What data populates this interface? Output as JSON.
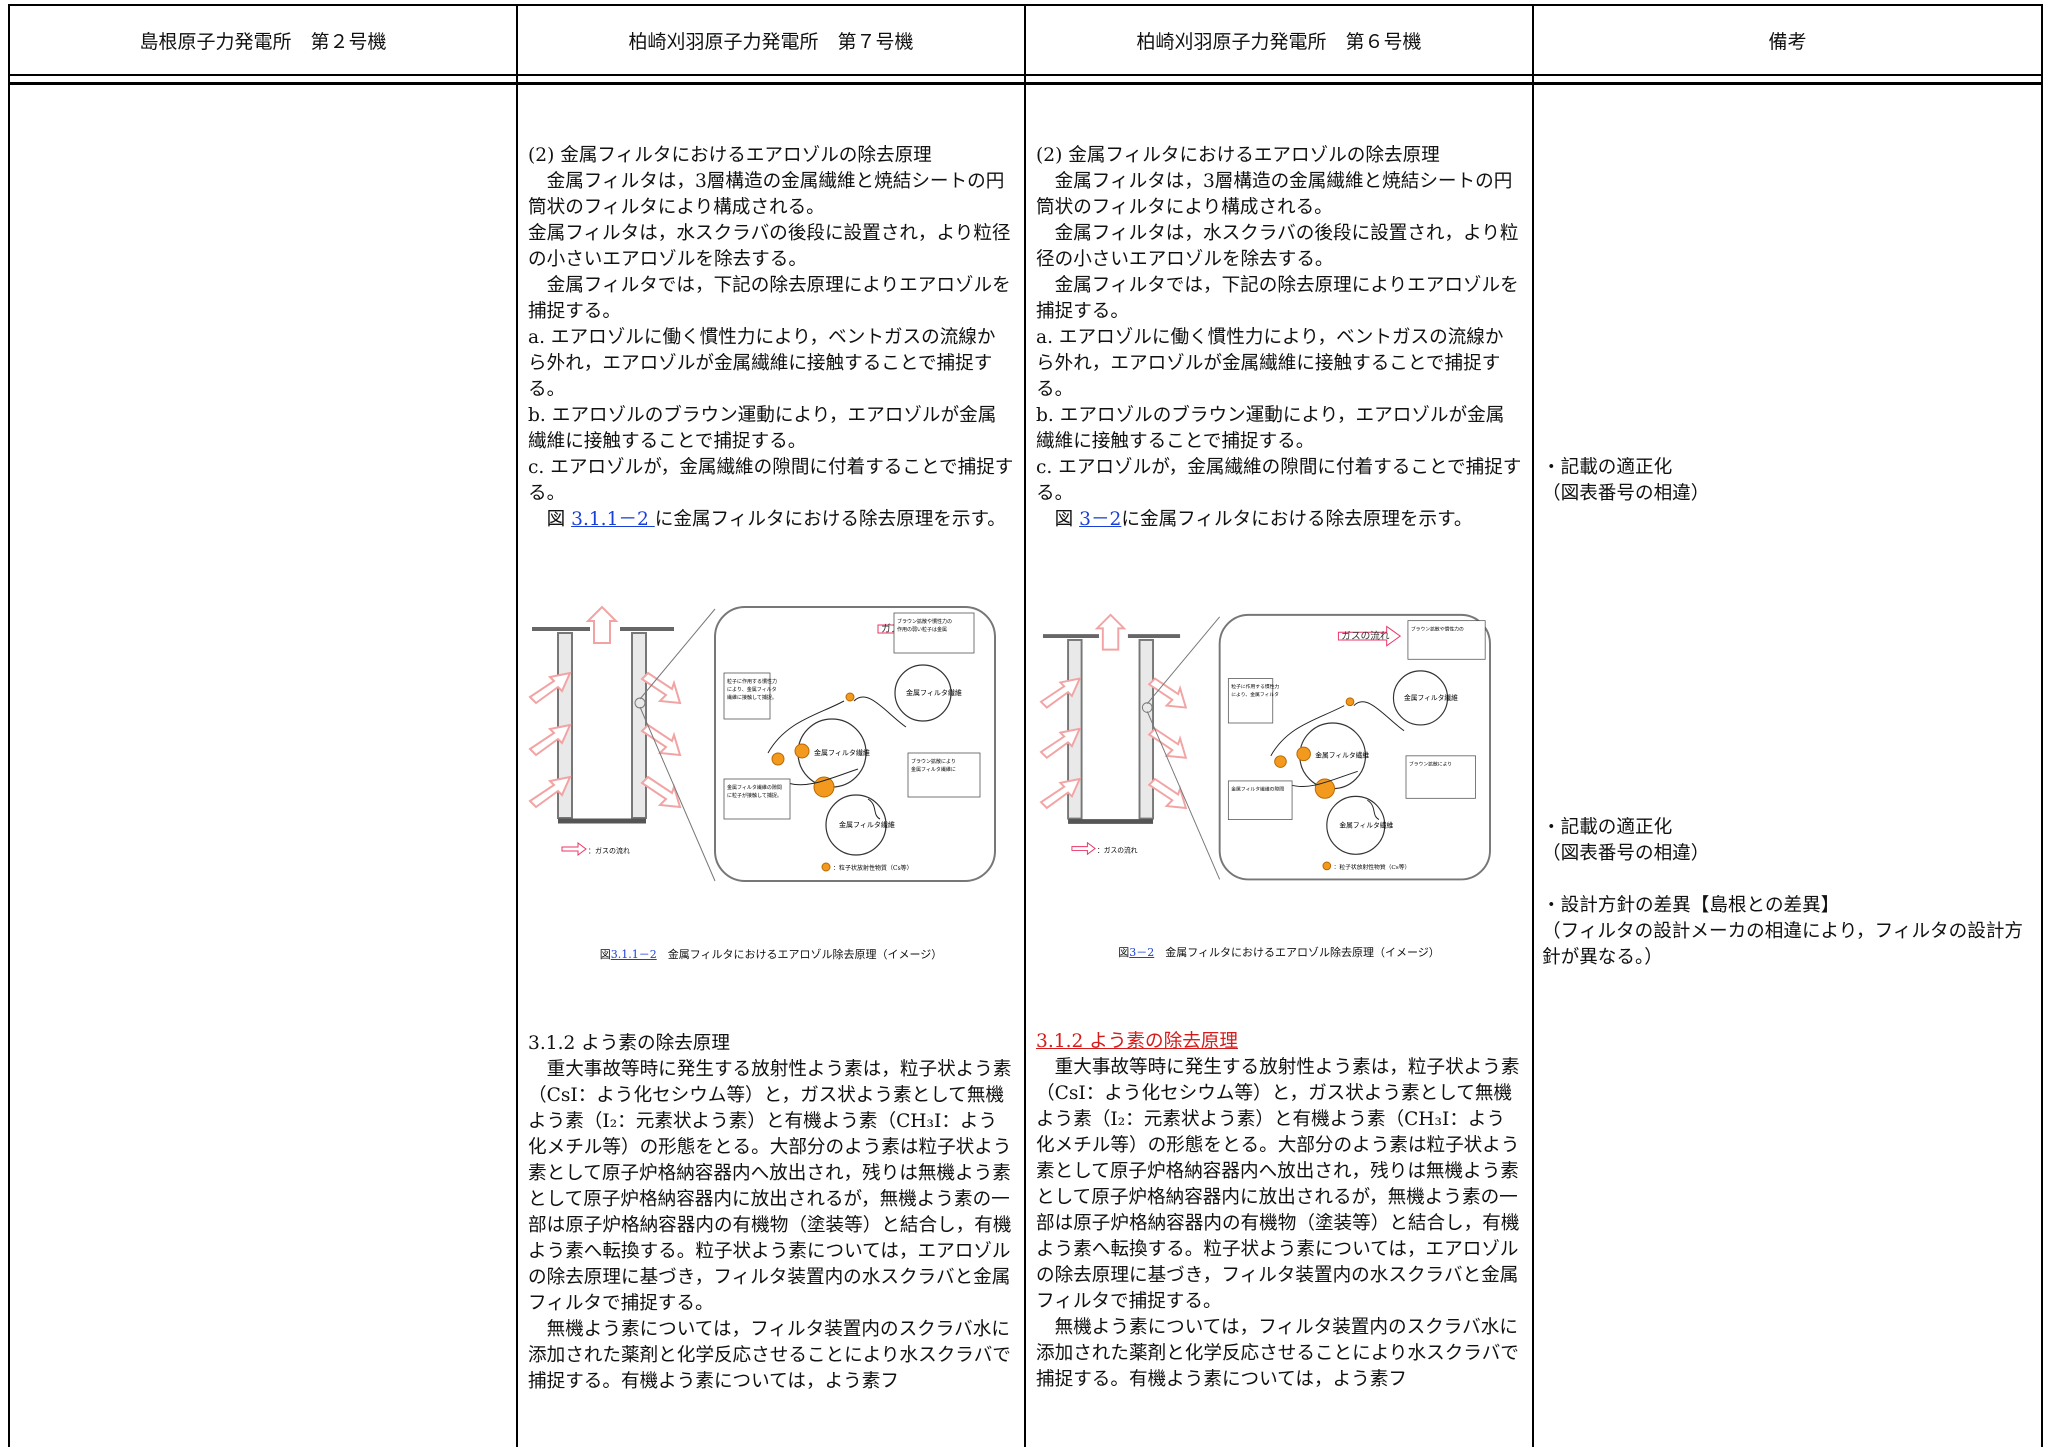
{
  "headers": {
    "shimane": "島根原子力発電所　第２号機",
    "kk7": "柏崎刈羽原子力発電所　第７号機",
    "kk6": "柏崎刈羽原子力発電所　第６号機",
    "remarks": "備考"
  },
  "kk7": {
    "p1": "(2) 金属フィルタにおけるエアロゾルの除去原理\n　金属フィルタは，3層構造の金属繊維と焼結シートの円筒状のフィルタにより構成される。\n金属フィルタは，水スクラバの後段に設置され，より粒径の小さいエアロゾルを除去する。\n　金属フィルタでは，下記の除去原理によりエアロゾルを捕捉する。\na. エアロゾルに働く慣性力により，ベントガスの流線から外れ，エアロゾルが金属繊維に接触することで捕捉する。\nb. エアロゾルのブラウン運動により，エアロゾルが金属繊維に接触することで捕捉する。\nc. エアロゾルが，金属繊維の隙間に付着することで捕捉する。",
    "fig_pre": "　図 ",
    "fig_ref": "3.1.1－2 ",
    "fig_post": "に金属フィルタにおける除去原理を示す。",
    "cap_pre": "図",
    "cap_ref": "3.1.1－2",
    "cap_post": "　金属フィルタにおけるエアロゾル除去原理（イメージ）",
    "h312": "3.1.2 よう素の除去原理",
    "p2": "　重大事故等時に発生する放射性よう素は，粒子状よう素（CsI：よう化セシウム等）と，ガス状よう素として無機よう素（I₂：元素状よう素）と有機よう素（CH₃I：よう化メチル等）の形態をとる。大部分のよう素は粒子状よう素として原子炉格納容器内へ放出され，残りは無機よう素として原子炉格納容器内に放出されるが，無機よう素の一部は原子炉格納容器内の有機物（塗装等）と結合し，有機よう素へ転換する。粒子状よう素については，エアロゾルの除去原理に基づき，フィルタ装置内の水スクラバと金属フィルタで捕捉する。\n　無機よう素については，フィルタ装置内のスクラバ水に添加された薬剤と化学反応させることにより水スクラバで捕捉する。有機よう素については，よう素フ"
  },
  "kk6": {
    "p1": "(2) 金属フィルタにおけるエアロゾルの除去原理\n　金属フィルタは，3層構造の金属繊維と焼結シートの円筒状のフィルタにより構成される。\n　金属フィルタは，水スクラバの後段に設置され，より粒径の小さいエアロゾルを除去する。\n　金属フィルタでは，下記の除去原理によりエアロゾルを捕捉する。\na. エアロゾルに働く慣性力により，ベントガスの流線から外れ，エアロゾルが金属繊維に接触することで捕捉する。\nb. エアロゾルのブラウン運動により，エアロゾルが金属繊維に接触することで捕捉する。\nc. エアロゾルが，金属繊維の隙間に付着することで捕捉する。",
    "fig_pre": "　図 ",
    "fig_ref": "3－2",
    "fig_post": "に金属フィルタにおける除去原理を示す。",
    "cap_pre": "図",
    "cap_ref": "3－2",
    "cap_post": "　金属フィルタにおけるエアロゾル除去原理（イメージ）",
    "h312": "3.1.2 よう素の除去原理",
    "p2": "　重大事故等時に発生する放射性よう素は，粒子状よう素（CsI：よう化セシウム等）と，ガス状よう素として無機よう素（I₂：元素状よう素）と有機よう素（CH₃I：よう化メチル等）の形態をとる。大部分のよう素は粒子状よう素として原子炉格納容器内へ放出され，残りは無機よう素として原子炉格納容器内に放出されるが，無機よう素の一部は原子炉格納容器内の有機物（塗装等）と結合し，有機よう素へ転換する。粒子状よう素については，エアロゾルの除去原理に基づき，フィルタ装置内の水スクラバと金属フィルタで捕捉する。\n　無機よう素については，フィルタ装置内のスクラバ水に添加された薬剤と化学反応させることにより水スクラバで捕捉する。有機よう素については，よう素フ"
  },
  "figure": {
    "gas_flow_arrow": "ガスの流れ",
    "legend_gas": "：ガスの流れ",
    "legend_particle": "：粒子状放射性物質（Cs等）",
    "fiber1": "金属フィルタ繊維",
    "fiber2": "金属フィルタ繊維",
    "fiber3": "金属フィルタ繊維",
    "note_inertia": "粒子に作用する慣性力により、金属フィルタ繊維に接触して捕捉。大きい粒子ほど捕捉されやすい。",
    "note_top": "ブラウン拡散や慣性力の作用の弱い粒子は金属フィルタ繊維を通過するものもある。",
    "note_brown": "ブラウン拡散により金属フィルタ繊維に接触して捕捉。小さい粒子ほど捕捉されやすい。",
    "note_gap": "金属フィルタ繊維の隙間に粒子が接触して捕捉。大きい粒子ほど捕捉されやすい。",
    "orange": "#f39a1e"
  },
  "remarks": {
    "r1": "・記載の適正化\n（図表番号の相違）",
    "r2": "・記載の適正化\n（図表番号の相違）",
    "r3": "・設計方針の差異【島根との差異】\n（フィルタの設計メーカの相違により，フィルタの設計方針が異なる。）"
  }
}
